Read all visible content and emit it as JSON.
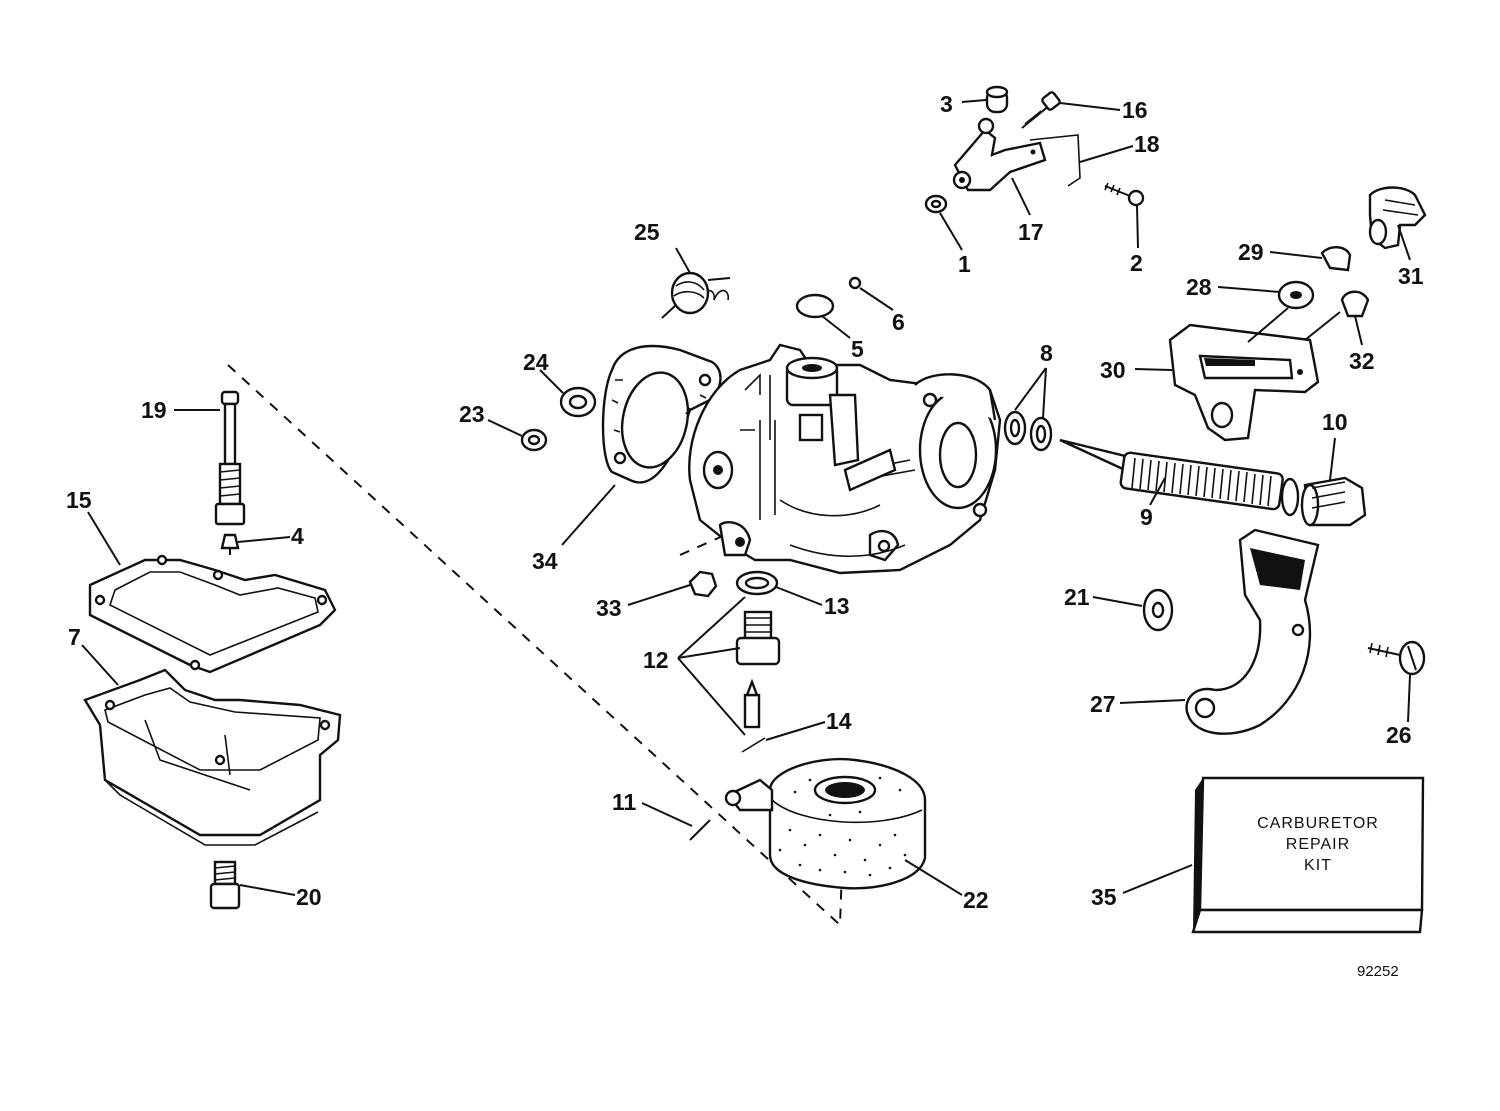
{
  "callouts": [
    {
      "id": "1",
      "label": "1"
    },
    {
      "id": "2",
      "label": "2"
    },
    {
      "id": "3",
      "label": "3"
    },
    {
      "id": "4",
      "label": "4"
    },
    {
      "id": "5",
      "label": "5"
    },
    {
      "id": "6",
      "label": "6"
    },
    {
      "id": "7",
      "label": "7"
    },
    {
      "id": "8",
      "label": "8"
    },
    {
      "id": "9",
      "label": "9"
    },
    {
      "id": "10",
      "label": "10"
    },
    {
      "id": "11",
      "label": "11"
    },
    {
      "id": "12",
      "label": "12"
    },
    {
      "id": "13",
      "label": "13"
    },
    {
      "id": "14",
      "label": "14"
    },
    {
      "id": "15",
      "label": "15"
    },
    {
      "id": "16",
      "label": "16"
    },
    {
      "id": "17",
      "label": "17"
    },
    {
      "id": "18",
      "label": "18"
    },
    {
      "id": "19",
      "label": "19"
    },
    {
      "id": "20",
      "label": "20"
    },
    {
      "id": "21",
      "label": "21"
    },
    {
      "id": "22",
      "label": "22"
    },
    {
      "id": "23",
      "label": "23"
    },
    {
      "id": "24",
      "label": "24"
    },
    {
      "id": "25",
      "label": "25"
    },
    {
      "id": "26",
      "label": "26"
    },
    {
      "id": "27",
      "label": "27"
    },
    {
      "id": "28",
      "label": "28"
    },
    {
      "id": "29",
      "label": "29"
    },
    {
      "id": "30",
      "label": "30"
    },
    {
      "id": "31",
      "label": "31"
    },
    {
      "id": "32",
      "label": "32"
    },
    {
      "id": "33",
      "label": "33"
    },
    {
      "id": "34",
      "label": "34"
    },
    {
      "id": "35",
      "label": "35"
    }
  ],
  "repair_kit": {
    "line1": "CARBURETOR",
    "line2": "REPAIR",
    "line3": "KIT"
  },
  "figure_number": "92252"
}
